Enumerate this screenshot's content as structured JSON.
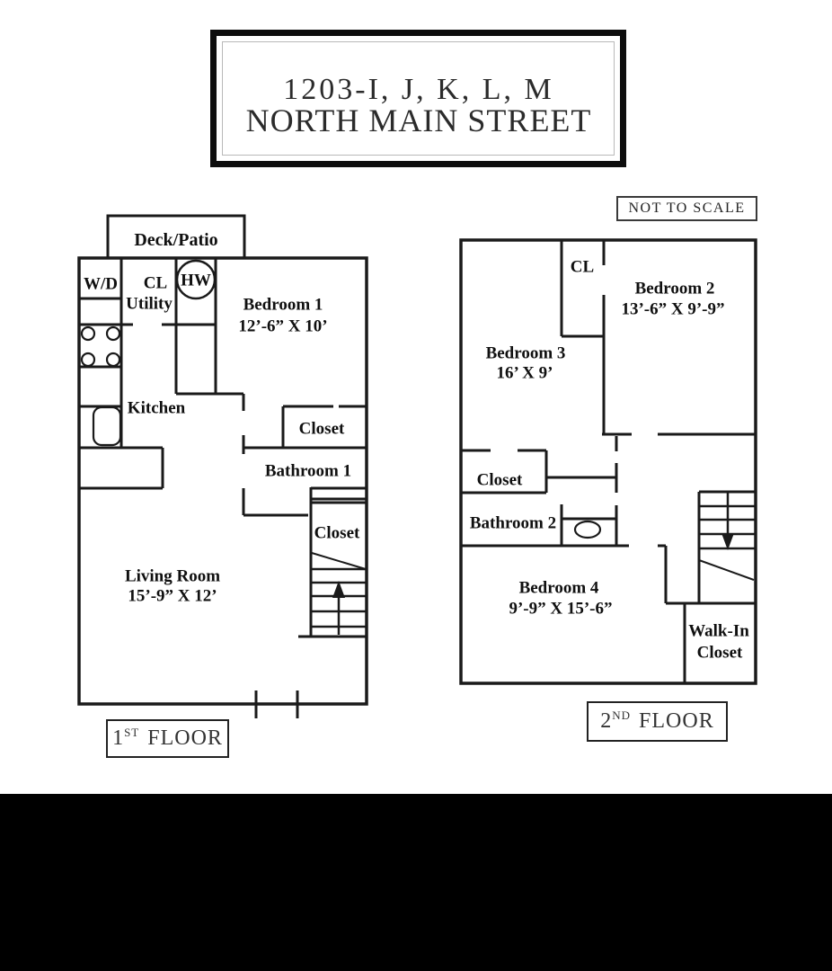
{
  "title": {
    "line1": "1203-I, J, K, L, M",
    "line2": "NORTH MAIN STREET"
  },
  "scale_note": "NOT TO SCALE",
  "colors": {
    "line": "#1a1a1a",
    "background": "#ffffff",
    "bottom_band": "#000000"
  },
  "first_floor": {
    "label": {
      "num": "1",
      "ordinal": "ST",
      "word": "FLOOR"
    },
    "rooms": {
      "deck_patio": "Deck/Patio",
      "washer_dryer": "W/D",
      "closet_cl": "CL",
      "utility": "Utility",
      "water_heater": "HW",
      "bedroom1": {
        "name": "Bedroom 1",
        "dims": "12’-6” X 10’"
      },
      "kitchen": "Kitchen",
      "bedroom1_closet": "Closet",
      "bathroom1": "Bathroom 1",
      "stair_closet": "Closet",
      "living_room": {
        "name": "Living Room",
        "dims": "15’-9” X 12’"
      }
    }
  },
  "second_floor": {
    "label": {
      "num": "2",
      "ordinal": "ND",
      "word": "FLOOR"
    },
    "rooms": {
      "closet_cl": "CL",
      "bedroom2": {
        "name": "Bedroom 2",
        "dims": "13’-6” X 9’-9”"
      },
      "bedroom3": {
        "name": "Bedroom 3",
        "dims": "16’ X 9’"
      },
      "closet": "Closet",
      "bathroom2": "Bathroom 2",
      "bedroom4": {
        "name": "Bedroom 4",
        "dims": "9’-9” X 15’-6”"
      },
      "walk_in_closet": {
        "line1": "Walk-In",
        "line2": "Closet"
      }
    }
  }
}
